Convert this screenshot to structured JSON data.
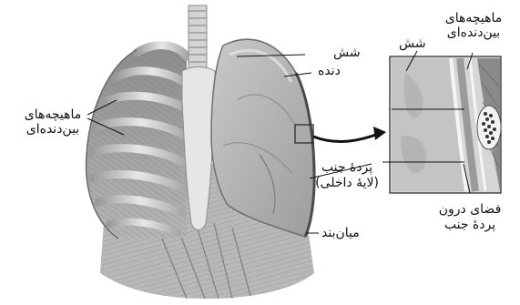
{
  "labels": {
    "lung_left": "شش",
    "rib": "دنده",
    "intercostal_left_line1": "ماهیچه‌های",
    "intercostal_left_line2": "بین‌دنده‌ای",
    "lung_zoom": "شش",
    "intercostal_right_line1": "ماهیچه‌های",
    "intercostal_right_line2": "بین‌دنده‌ای",
    "pleura_line1": "پردهٔ جنب",
    "pleura_line2": "(لایهٔ داخلی)",
    "pleural_space_line1": "فضای درون",
    "pleural_space_line2": "پردهٔ جنب",
    "diaphragm": "میان‌بند"
  }
}
